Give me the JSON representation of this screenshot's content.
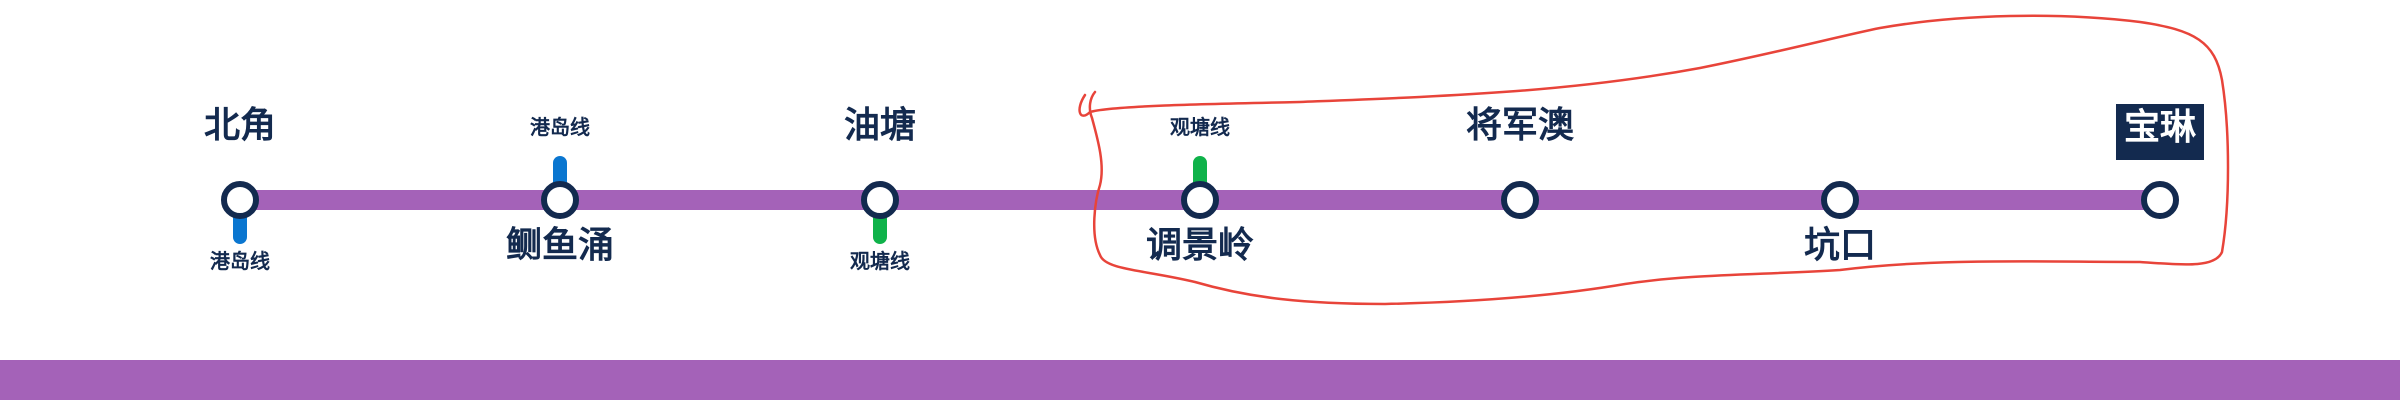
{
  "line_color": "#a462b8",
  "text_color": "#132a4f",
  "annotation_color": "#e8443a",
  "stations": [
    {
      "name": "北角",
      "name_pos": "top",
      "interchange": {
        "label": "港岛线",
        "color": "#0a76d0",
        "side": "below"
      }
    },
    {
      "name": "鲗鱼涌",
      "name_pos": "bottom",
      "interchange": {
        "label": "港岛线",
        "color": "#0a76d0",
        "side": "above"
      }
    },
    {
      "name": "油塘",
      "name_pos": "top",
      "interchange": {
        "label": "观塘线",
        "color": "#0fb24a",
        "side": "below"
      }
    },
    {
      "name": "调景岭",
      "name_pos": "bottom",
      "interchange": {
        "label": "观塘线",
        "color": "#0fb24a",
        "side": "above"
      }
    },
    {
      "name": "将军澳",
      "name_pos": "top",
      "interchange": null
    },
    {
      "name": "坑口",
      "name_pos": "bottom",
      "interchange": null
    },
    {
      "name": "宝琳",
      "name_pos": "top",
      "interchange": null,
      "current": true
    }
  ]
}
